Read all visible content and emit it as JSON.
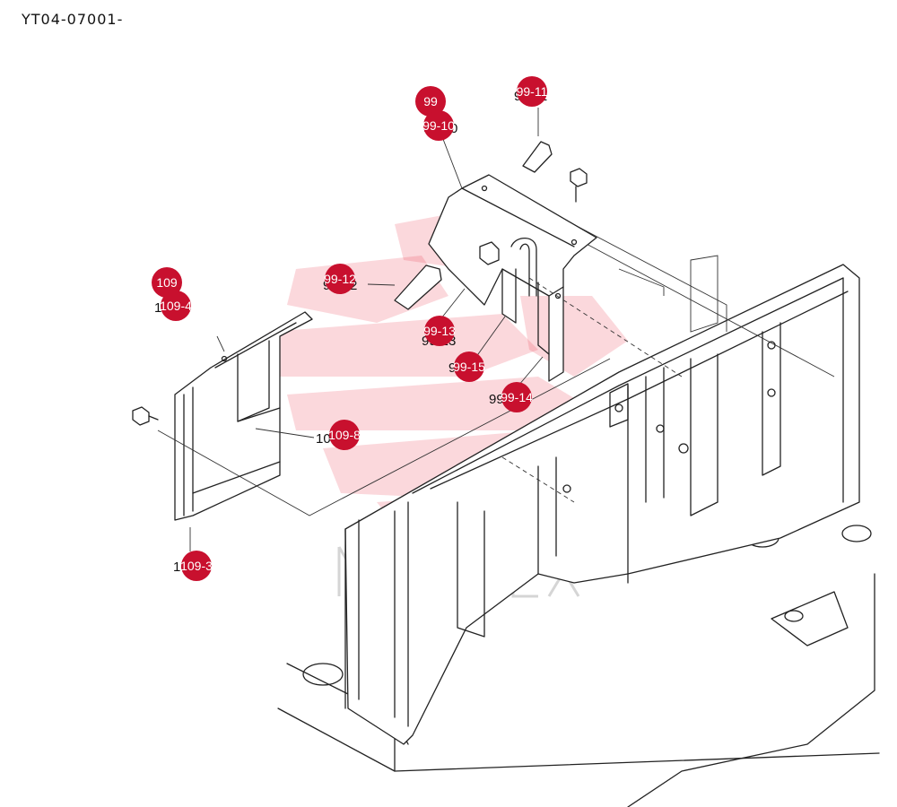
{
  "document": {
    "code": "YT04-07001-"
  },
  "watermark": {
    "brand": "VIHTEX",
    "color": "#e8283c"
  },
  "accent_color": "#c8102e",
  "callouts": [
    {
      "id": "c-99-11",
      "label": "99-11",
      "highlighted": true
    },
    {
      "id": "c-99",
      "label": "99",
      "highlighted": true
    },
    {
      "id": "c-99-10",
      "label": "99-10",
      "highlighted": true
    },
    {
      "id": "c-99-12",
      "label": "99-12",
      "highlighted": true
    },
    {
      "id": "c-99-13",
      "label": "99-13",
      "highlighted": true
    },
    {
      "id": "c-99-15",
      "label": "99-15",
      "highlighted": true
    },
    {
      "id": "c-99-14",
      "label": "99-14",
      "highlighted": true
    },
    {
      "id": "c-109",
      "label": "109",
      "highlighted": true
    },
    {
      "id": "c-109-4",
      "label": "109-4",
      "highlighted": true
    },
    {
      "id": "c-109-8",
      "label": "109-8",
      "highlighted": true
    },
    {
      "id": "c-109-3",
      "label": "109-3",
      "highlighted": true
    }
  ]
}
